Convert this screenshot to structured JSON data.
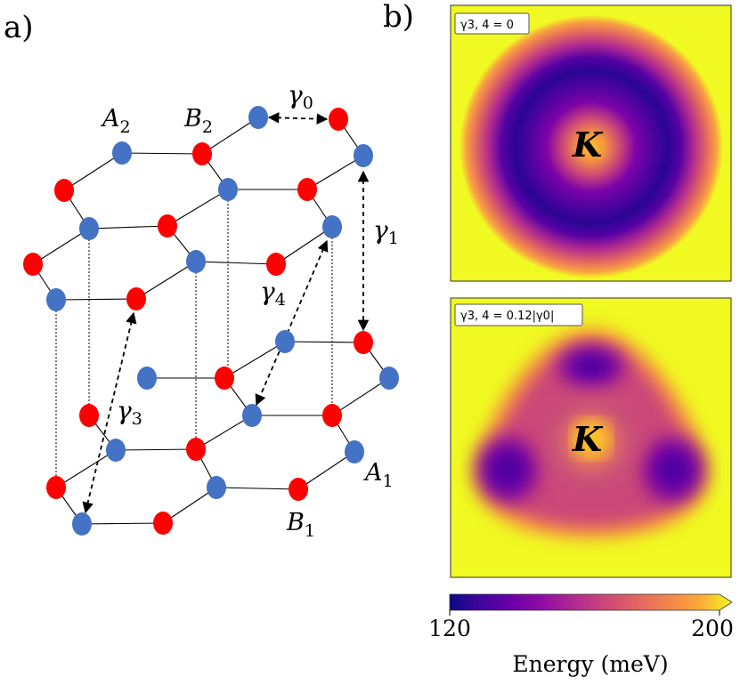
{
  "panel_a": {
    "label": "a)",
    "atom_labels": [
      {
        "id": "A2",
        "main": "A",
        "sub": "2"
      },
      {
        "id": "B2",
        "main": "B",
        "sub": "2"
      },
      {
        "id": "A1",
        "main": "A",
        "sub": "1"
      },
      {
        "id": "B1",
        "main": "B",
        "sub": "1"
      }
    ],
    "hoppings": [
      {
        "id": "g0",
        "main": "γ",
        "sub": "0"
      },
      {
        "id": "g1",
        "main": "γ",
        "sub": "1"
      },
      {
        "id": "g4",
        "main": "γ",
        "sub": "4"
      },
      {
        "id": "g3",
        "main": "γ",
        "sub": "3"
      }
    ],
    "colors": {
      "sublattice_A": "#4472c4",
      "sublattice_B": "#ff0000"
    }
  },
  "panel_b": {
    "label": "b)",
    "top_map": {
      "inset": "γ3, 4 = 0",
      "center_label": "K"
    },
    "bottom_map": {
      "inset": "γ3, 4 = 0.12|γ0|",
      "center_label": "K"
    },
    "colorbar": {
      "min_label": "120",
      "max_label": "200",
      "title": "Energy (meV)",
      "colormap": "plasma"
    }
  }
}
